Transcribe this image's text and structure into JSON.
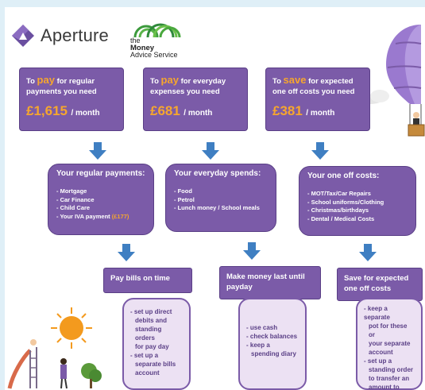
{
  "logos": {
    "aperture": "Aperture",
    "mas_line1": "the",
    "mas_line2": "Money",
    "mas_line3": "Advice Service"
  },
  "goals": [
    {
      "prefix": "To",
      "keyword": "pay",
      "rest": "for regular",
      "line2": "payments you need",
      "amount": "£1,615",
      "per": "/ month"
    },
    {
      "prefix": "To",
      "keyword": "pay",
      "rest": "for everyday",
      "line2": "expenses you need",
      "amount": "£681",
      "per": "/ month"
    },
    {
      "prefix": "To",
      "keyword": "save",
      "rest": "for expected",
      "line2": "one off costs you need",
      "amount": "£381",
      "per": "/ month"
    }
  ],
  "categories": [
    {
      "title": "Your regular payments:",
      "items": [
        "- Mortgage",
        "- Car Finance",
        "- Child Care",
        "- Your IVA payment"
      ],
      "note": "(£177)"
    },
    {
      "title": "Your everyday spends:",
      "items": [
        "- Food",
        "- Petrol",
        "- Lunch money / School meals"
      ]
    },
    {
      "title": "Your one off costs:",
      "items": [
        "- MOT/Tax/Car Repairs",
        "- School uniforms/Clothing",
        "- Christmas/birthdays",
        "- Dental / Medical Costs"
      ]
    }
  ],
  "actions": [
    {
      "line1": "Pay bills on time",
      "line2": ""
    },
    {
      "line1": "Make money last until",
      "line2": "payday"
    },
    {
      "line1": "Save for expected",
      "line2": "one off costs"
    }
  ],
  "tips": [
    [
      "- set up direct",
      "debits and",
      "standing orders",
      "for pay day",
      "- set up a",
      "separate bills",
      "account"
    ],
    [
      "- use cash",
      "- check balances",
      "- keep a",
      "spending diary"
    ],
    [
      "- keep a separate",
      "pot for these or",
      "your separate",
      "account",
      "- set up a",
      "standing order",
      "to transfer an",
      "amount to save"
    ]
  ],
  "colors": {
    "purple": "#7b5ba8",
    "orange": "#f6a62e",
    "arrow_blue": "#3f7fc2",
    "lilac": "#ece1f3"
  }
}
